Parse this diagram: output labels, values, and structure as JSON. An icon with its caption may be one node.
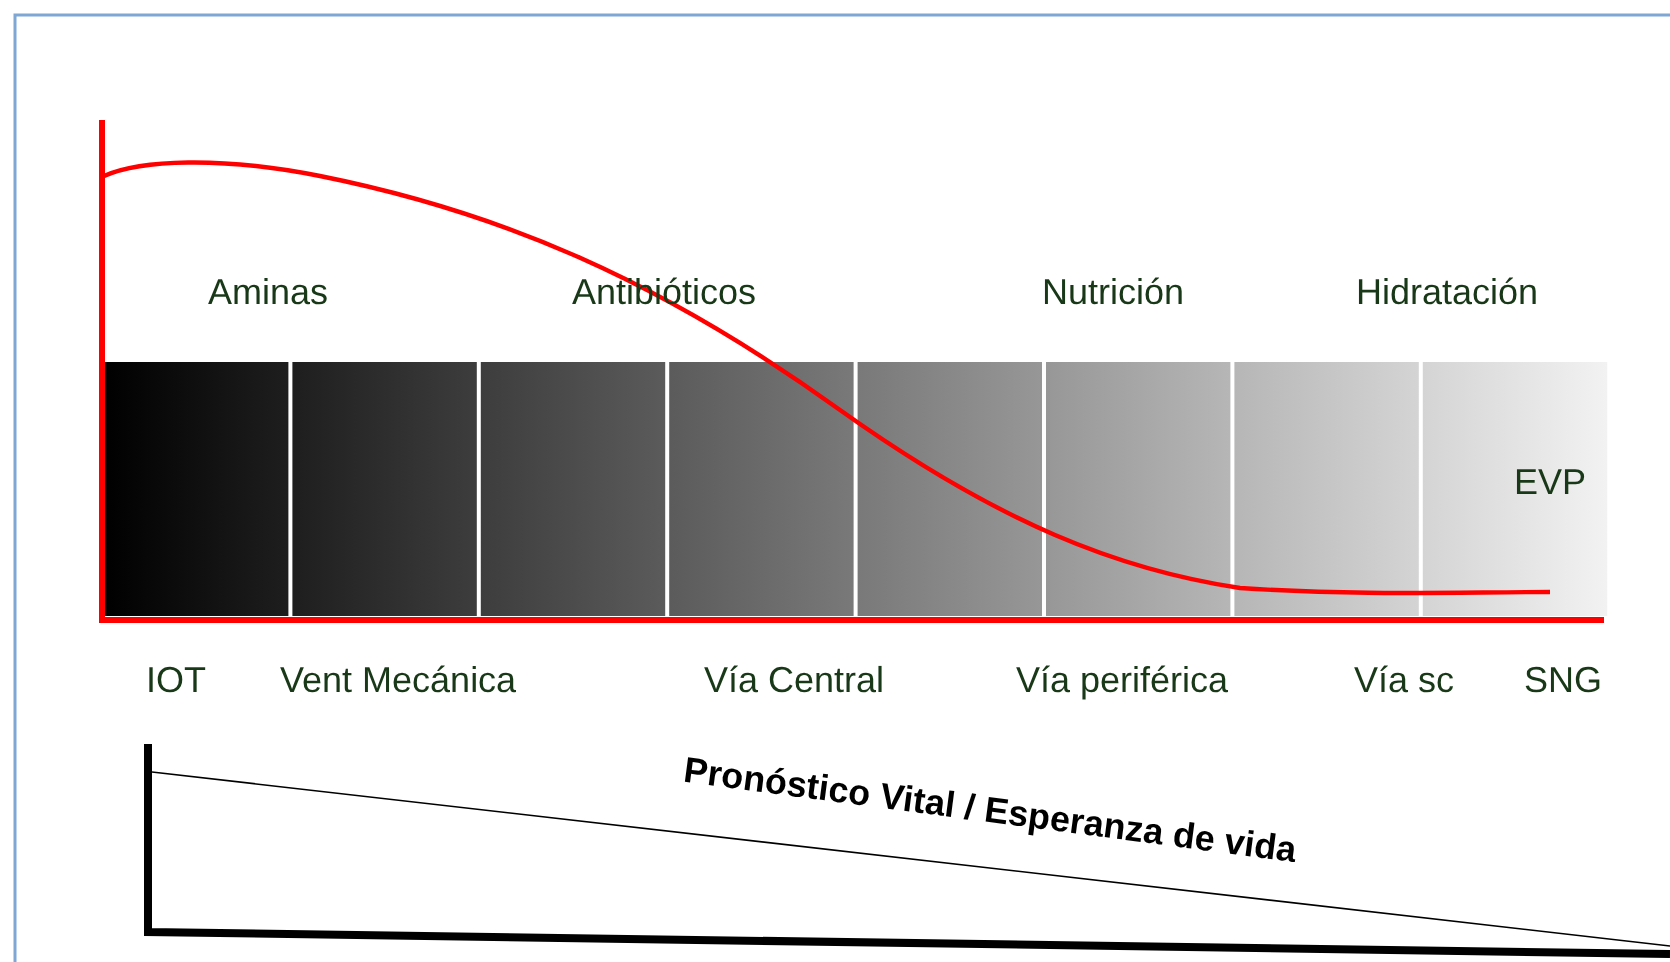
{
  "diagram": {
    "labels": [
      "Aminas",
      "Antibióticos",
      "Nutrición",
      "Hidratación",
      "EVP",
      "IOT",
      "Vent Mecánica",
      "Vía Central",
      "Vía periférica",
      "Vía sc",
      "SNG",
      "Pronóstico Vital / Esperanza de vida"
    ]
  }
}
